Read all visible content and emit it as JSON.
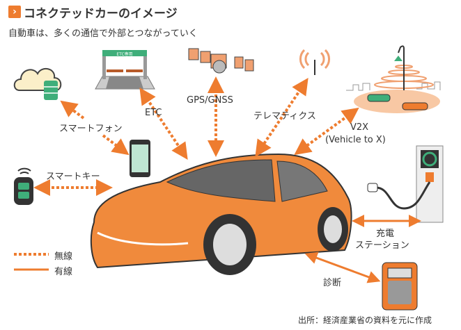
{
  "header": {
    "title": "コネクテッドカーのイメージ",
    "title_icon": "chevron-right-icon",
    "subtitle": "自動車は、多くの通信で外部とつながっていく"
  },
  "labels": {
    "smartphone": "スマートフォン",
    "etc": "ETC",
    "etc_gate_sign": "ETC専用",
    "gps": "GPS/GNSS",
    "telematics": "テレマティクス",
    "v2x_line1": "V2X",
    "v2x_line2": "(Vehicle to X)",
    "smart_key": "スマートキー",
    "charging_line1": "充電",
    "charging_line2": "ステーション",
    "diagnosis": "診断"
  },
  "legend": {
    "wireless": "無線",
    "wired": "有線"
  },
  "source": "出所：経済産業省の資料を元に作成",
  "colors": {
    "accent": "#ee7c2f",
    "car": "#f08a3c",
    "green": "#3fae7a",
    "cloud": "#fbefc9"
  }
}
